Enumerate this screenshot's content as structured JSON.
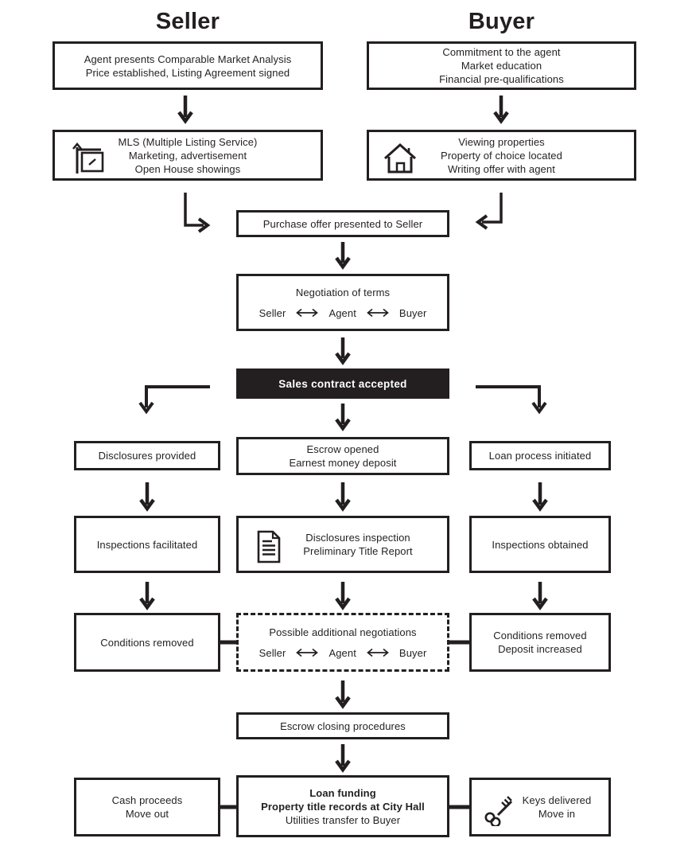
{
  "colors": {
    "ink": "#231f20",
    "paper": "#ffffff"
  },
  "headings": {
    "seller": "Seller",
    "buyer": "Buyer"
  },
  "seller": {
    "cma": {
      "line1": "Agent presents Comparable Market Analysis",
      "line2": "Price established, Listing Agreement signed"
    },
    "mls": {
      "icon": "sale-sign-icon",
      "line1": "MLS (Multiple Listing Service)",
      "line2": "Marketing, advertisement",
      "line3": "Open House showings"
    },
    "disclosures": "Disclosures provided",
    "inspections": "Inspections facilitated",
    "conditions": "Conditions removed",
    "cash": {
      "line1": "Cash proceeds",
      "line2": "Move out"
    }
  },
  "buyer": {
    "commitment": {
      "line1": "Commitment to the agent",
      "line2": "Market education",
      "line3": "Financial pre-qualifications"
    },
    "viewing": {
      "icon": "house-icon",
      "line1": "Viewing properties",
      "line2": "Property of choice located",
      "line3": "Writing offer with agent"
    },
    "loan": "Loan process initiated",
    "inspections": "Inspections obtained",
    "conditions": {
      "line1": "Conditions removed",
      "line2": "Deposit increased"
    },
    "keys": {
      "icon": "key-icon",
      "line1": "Keys delivered",
      "line2": "Move in"
    }
  },
  "center": {
    "purchase_offer": "Purchase offer presented to Seller",
    "negotiation": {
      "title": "Negotiation of terms",
      "party1": "Seller",
      "party2": "Agent",
      "party3": "Buyer"
    },
    "contract": "Sales contract accepted",
    "escrow_opened": {
      "line1": "Escrow opened",
      "line2": "Earnest money deposit"
    },
    "inspection_docs": {
      "icon": "document-icon",
      "line1": "Disclosures inspection",
      "line2": "Preliminary Title Report"
    },
    "renegotiation": {
      "title": "Possible additional negotiations",
      "party1": "Seller",
      "party2": "Agent",
      "party3": "Buyer"
    },
    "escrow_closing": "Escrow closing procedures",
    "funding": {
      "line1": "Loan funding",
      "line2": "Property title records at City Hall",
      "line3": "Utilities transfer to Buyer"
    }
  }
}
